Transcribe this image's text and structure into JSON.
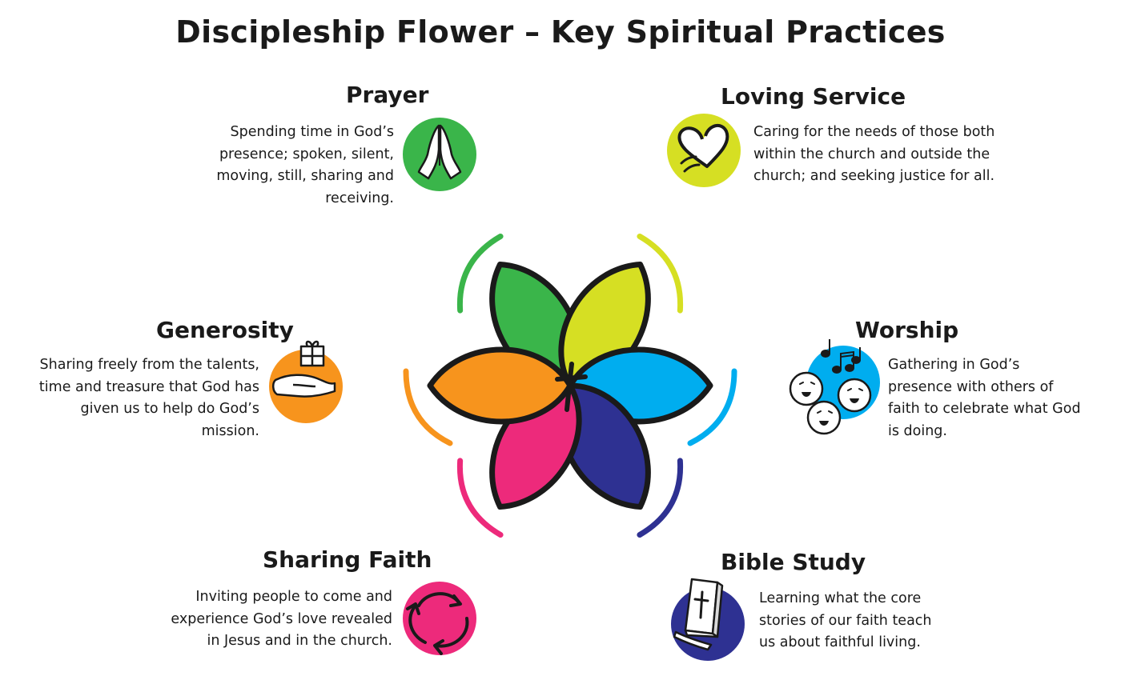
{
  "title": "Discipleship Flower – Key Spiritual Practices",
  "colors": {
    "prayer": "#3ab54a",
    "loving_service": "#d6df23",
    "worship": "#00adef",
    "bible_study": "#2e3192",
    "sharing_faith": "#ed2a7b",
    "generosity": "#f7941d",
    "outline": "#1a1a1a"
  },
  "center_symbol": "cross-icon",
  "practices": {
    "prayer": {
      "heading": "Prayer",
      "lines": [
        "Spending time in God’s",
        "presence;  spoken, silent,",
        "moving, still,  sharing and",
        "receiving."
      ],
      "icon": "praying-hands-icon"
    },
    "loving_service": {
      "heading": "Loving Service",
      "lines": [
        "Caring for the needs of those both",
        "within the church and outside the",
        "church; and seeking justice for all."
      ],
      "icon": "heart-icon"
    },
    "worship": {
      "heading": "Worship",
      "lines": [
        "Gathering in God’s",
        "presence with others of",
        "faith to celebrate what God",
        "is doing."
      ],
      "icon": "singing-faces-icon"
    },
    "bible_study": {
      "heading": "Bible Study",
      "lines": [
        "Learning what the core",
        "stories of our faith teach",
        "us about faithful living."
      ],
      "icon": "bible-icon"
    },
    "sharing_faith": {
      "heading": "Sharing Faith",
      "lines": [
        "Inviting people to come and",
        "experience God’s love revealed",
        "in  Jesus and in the church."
      ],
      "icon": "cycle-arrows-icon"
    },
    "generosity": {
      "heading": "Generosity",
      "lines": [
        "Sharing freely from the talents,",
        "time  and treasure that God has",
        "given us  to help do God’s",
        "mission."
      ],
      "icon": "gift-hand-icon"
    }
  }
}
